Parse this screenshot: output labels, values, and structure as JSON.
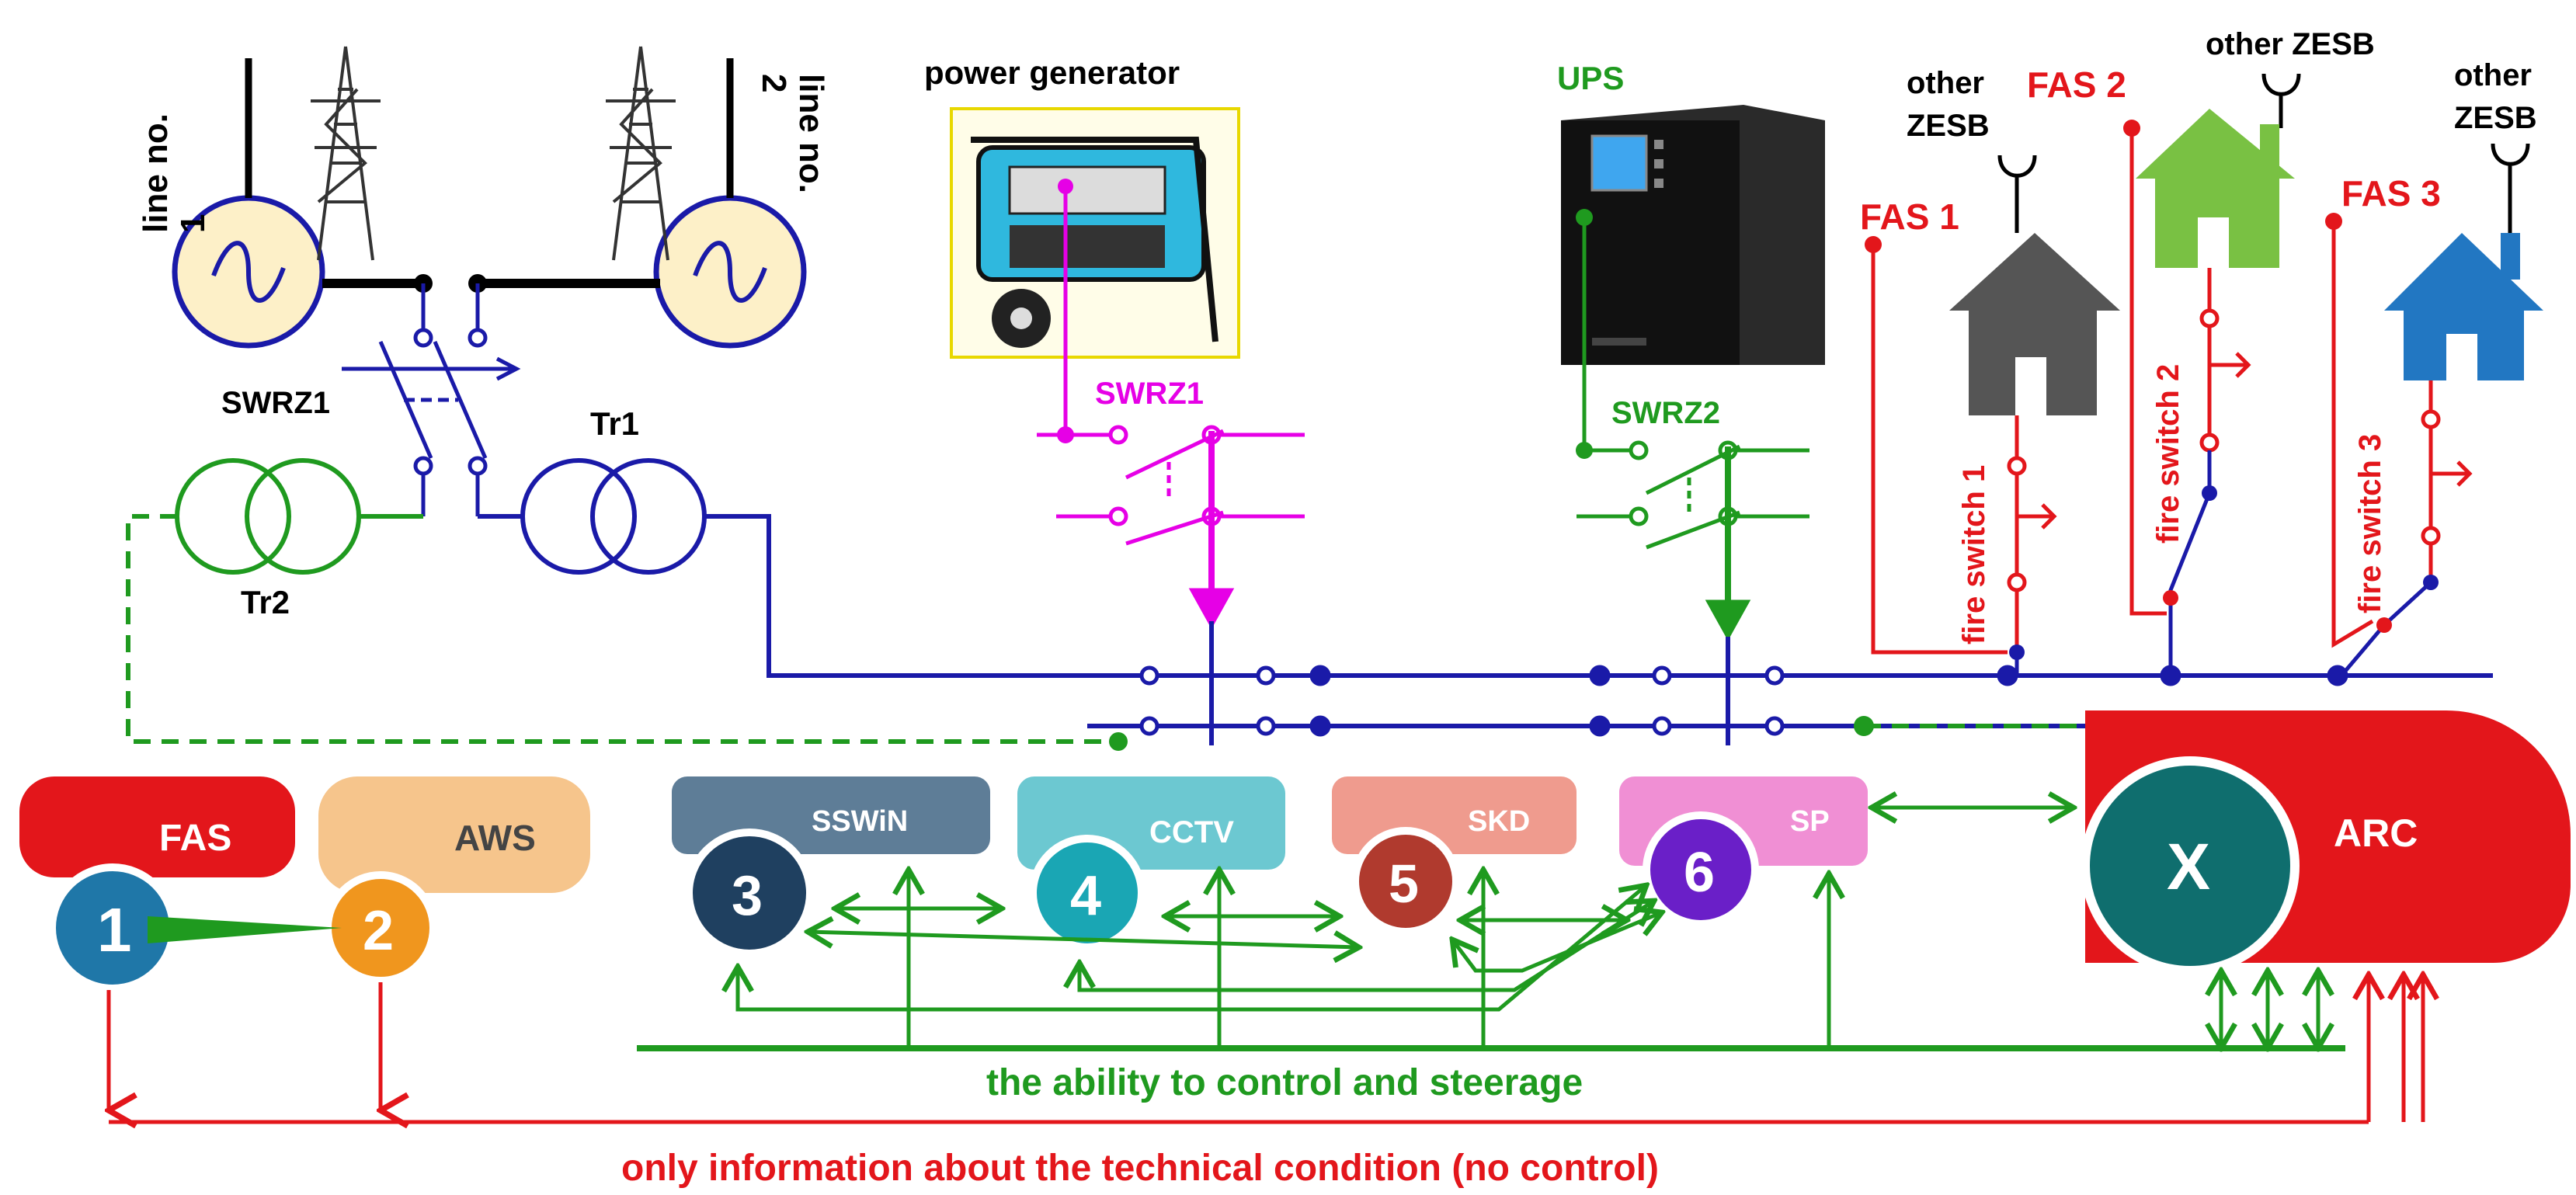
{
  "lines": {
    "line1": "line no.\n1",
    "line2": "line no.\n2"
  },
  "labels": {
    "power_generator": "power generator",
    "ups": "UPS",
    "swrz1_left": "SWRZ1",
    "swrz1_gen": "SWRZ1",
    "swrz2": "SWRZ2",
    "tr1": "Tr1",
    "tr2": "Tr2",
    "fas1": "FAS 1",
    "fas2": "FAS 2",
    "fas3": "FAS 3",
    "other_zesb_1a": "other",
    "other_zesb_1b": "ZESB",
    "other_zesb_2": "other ZESB",
    "other_zesb_3a": "other",
    "other_zesb_3b": "ZESB",
    "fire_switch_1": "fire switch 1",
    "fire_switch_2": "fire switch 2",
    "fire_switch_3": "fire switch 3"
  },
  "systems": [
    {
      "num": "1",
      "name": "FAS",
      "color_tab": "#e3161b",
      "color_circle": "#1f77a8"
    },
    {
      "num": "2",
      "name": "AWS",
      "color_tab": "#f6c58c",
      "color_circle": "#f0961e"
    },
    {
      "num": "3",
      "name": "SSWiN",
      "color_tab": "#5e7d97",
      "color_circle": "#1f4060"
    },
    {
      "num": "4",
      "name": "CCTV",
      "color_tab": "#6cc8d1",
      "color_circle": "#1aa6b4"
    },
    {
      "num": "5",
      "name": "SKD",
      "color_tab": "#ef9b8e",
      "color_circle": "#b03a2e"
    },
    {
      "num": "6",
      "name": "SP",
      "color_tab": "#f08fd4",
      "color_circle": "#6a1fc8"
    },
    {
      "num": "X",
      "name": "ARC",
      "color_tab": "#e3161b",
      "color_circle": "#0f6e6e"
    }
  ],
  "captions": {
    "control": "the ability to control and steerage",
    "info": "only information about the technical condition (no control)"
  },
  "colors": {
    "power": "#1a1aa8",
    "control": "#1f9a1f",
    "info": "#e3161b",
    "generator": "#e600e6",
    "house1": "#555555",
    "house2": "#79c143",
    "house3": "#2277c2"
  }
}
